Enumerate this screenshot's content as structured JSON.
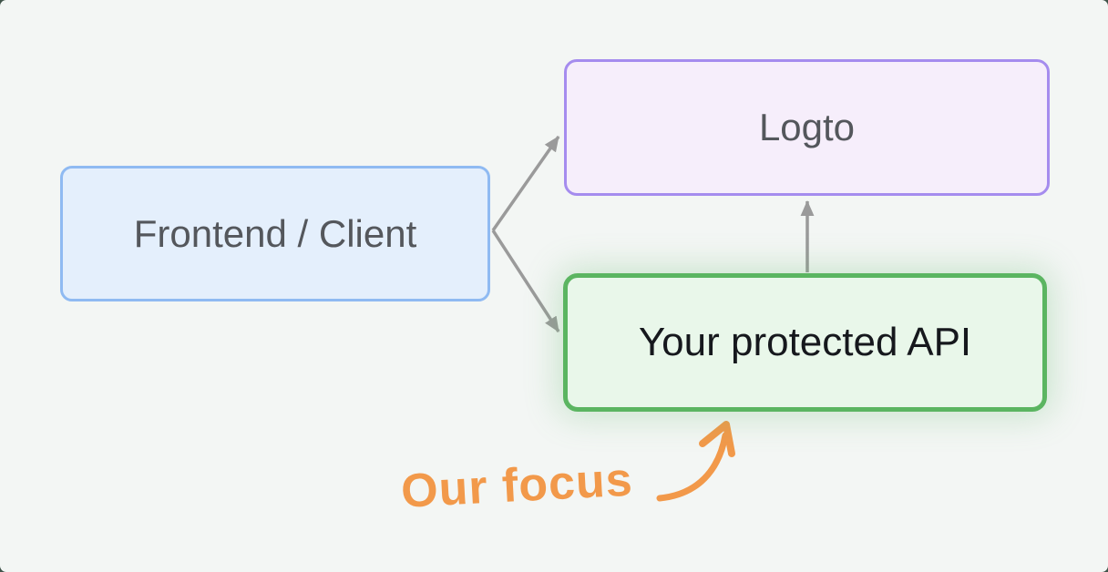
{
  "diagram": {
    "background_color": "#f3f6f4",
    "backdrop_color": "#40544a",
    "nodes": {
      "frontend": {
        "label": "Frontend / Client",
        "fill": "#e4effc",
        "border": "#8fbaf2",
        "text_color": "#54575c"
      },
      "logto": {
        "label": "Logto",
        "fill": "#f6eefb",
        "border": "#a58cee",
        "text_color": "#54575c"
      },
      "api": {
        "label": "Your protected API",
        "fill": "#e9f7ea",
        "border": "#5bb561",
        "text_color": "#16181d",
        "highlighted": true
      }
    },
    "edges": [
      {
        "from": "frontend",
        "to": "logto",
        "color": "#9a9a9a",
        "style": "straight-arrow"
      },
      {
        "from": "frontend",
        "to": "api",
        "color": "#9a9a9a",
        "style": "straight-arrow"
      },
      {
        "from": "api",
        "to": "logto",
        "color": "#9a9a9a",
        "style": "straight-arrow"
      }
    ],
    "annotation": {
      "label": "Our focus",
      "color": "#f2994a",
      "points_to": "api",
      "style": "handwritten-curved-arrow"
    }
  }
}
